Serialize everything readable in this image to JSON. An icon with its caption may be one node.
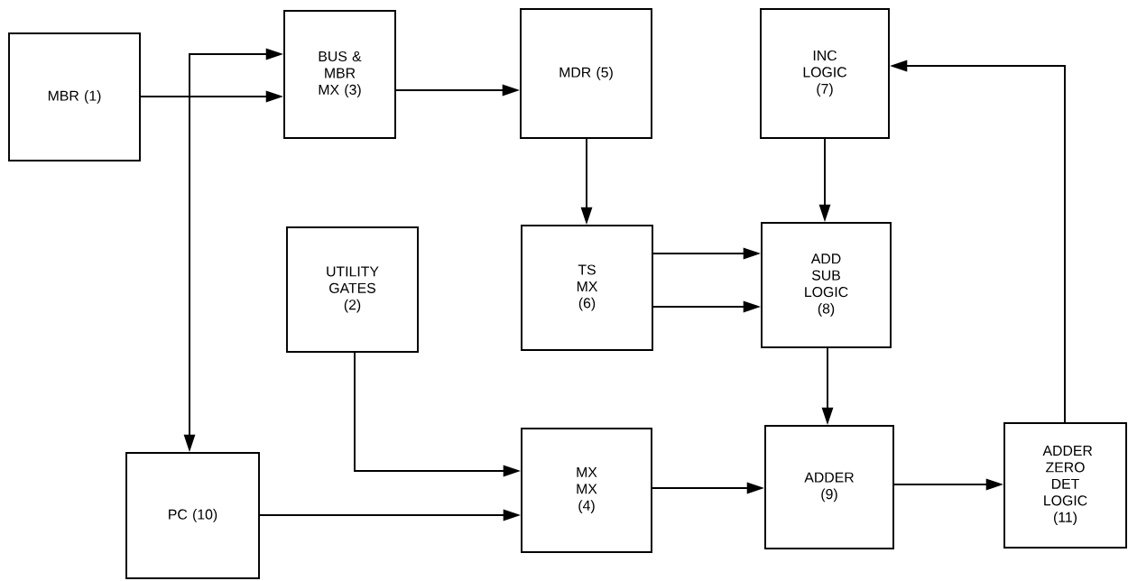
{
  "diagram": {
    "nodes": [
      {
        "text": [
          "MBR (1)"
        ]
      },
      {
        "text": [
          "BUS & MBR MX (3)"
        ]
      },
      {
        "text": [
          "MDR (5)"
        ]
      },
      {
        "text": [
          "INC LOGIC (7)"
        ]
      },
      {
        "text": [
          "UTILITY GATES (2)"
        ]
      },
      {
        "text": [
          "TS MX (6)"
        ]
      },
      {
        "text": [
          "ADD SUB LOGIC (8)"
        ]
      },
      {
        "text": [
          "PC (10)"
        ]
      },
      {
        "text": [
          "MX MX (4)"
        ]
      },
      {
        "text": [
          "ADDER (9)"
        ]
      },
      {
        "text": [
          "ADDER ZERO DET LOGIC (11)"
        ]
      }
    ],
    "edges": [
      {
        "from": 0,
        "to": 1,
        "arrow": "to"
      },
      {
        "from": 1,
        "to": 7,
        "arrow": "both"
      },
      {
        "from": 1,
        "to": 2,
        "arrow": "to"
      },
      {
        "from": 2,
        "to": 5,
        "arrow": "to"
      },
      {
        "from": 3,
        "to": 6,
        "arrow": "to"
      },
      {
        "from": 5,
        "to": 6,
        "arrow": "to"
      },
      {
        "from": 5,
        "to": 6,
        "arrow": "to"
      },
      {
        "from": 4,
        "to": 8,
        "arrow": "to"
      },
      {
        "from": 6,
        "to": 9,
        "arrow": "to"
      },
      {
        "from": 7,
        "to": 8,
        "arrow": "to"
      },
      {
        "from": 8,
        "to": 9,
        "arrow": "to"
      },
      {
        "from": 9,
        "to": 10,
        "arrow": "to"
      },
      {
        "from": 10,
        "to": 3,
        "arrow": "to"
      }
    ]
  }
}
